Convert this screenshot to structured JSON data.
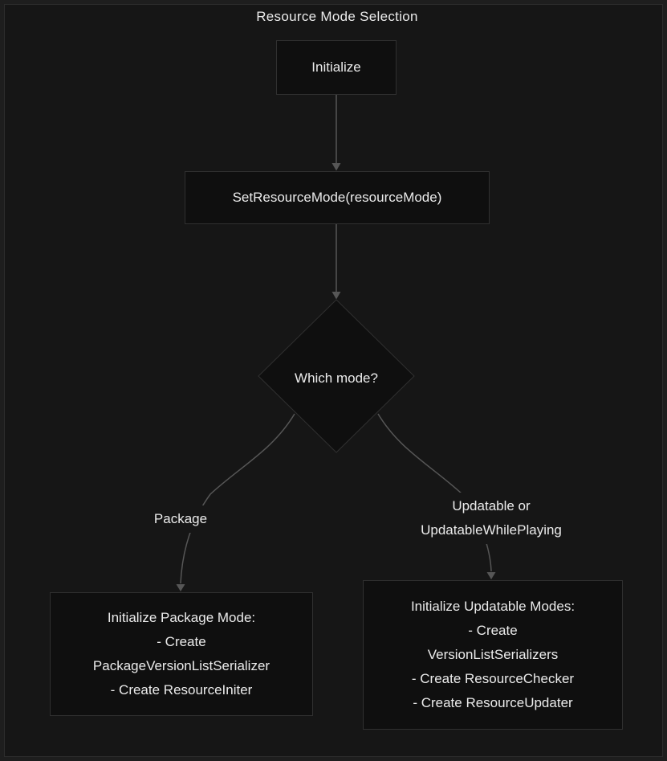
{
  "title": "Resource Mode Selection",
  "nodes": {
    "initialize": {
      "label": "Initialize"
    },
    "set_resource_mode": {
      "label": "SetResourceMode(resourceMode)"
    },
    "decision": {
      "label": "Which mode?"
    },
    "package_mode": {
      "lines": [
        "Initialize Package Mode:",
        "- Create",
        "PackageVersionListSerializer",
        "- Create ResourceIniter"
      ]
    },
    "updatable_modes": {
      "lines": [
        "Initialize Updatable Modes:",
        "- Create",
        "VersionListSerializers",
        "- Create ResourceChecker",
        "- Create ResourceUpdater"
      ]
    }
  },
  "edge_labels": {
    "package": "Package",
    "updatable": {
      "lines": [
        "Updatable or",
        "UpdatableWhilePlaying"
      ]
    }
  },
  "colors": {
    "outer_background": "#1e1e1e",
    "frame_border": "#2c2c2c",
    "canvas_background": "#161616",
    "node_fill": "#0f0f0f",
    "node_border": "#303030",
    "edge_stroke": "#565656",
    "text": "#ebebeb"
  }
}
